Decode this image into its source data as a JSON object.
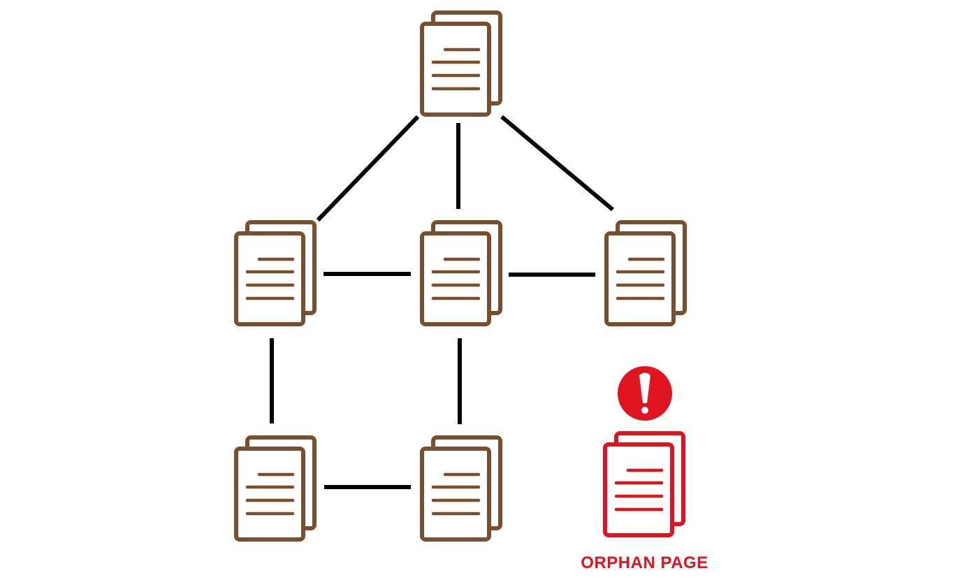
{
  "colors": {
    "page": "#7a4f2d",
    "orphan": "#e0141e",
    "link": "#000000",
    "background": "#ffffff"
  },
  "nodes": [
    {
      "id": "root",
      "icon": "document-stack-icon"
    },
    {
      "id": "mid-left",
      "icon": "document-stack-icon"
    },
    {
      "id": "mid-center",
      "icon": "document-stack-icon"
    },
    {
      "id": "mid-right",
      "icon": "document-stack-icon"
    },
    {
      "id": "bottom-left",
      "icon": "document-stack-icon"
    },
    {
      "id": "bottom-center",
      "icon": "document-stack-icon"
    }
  ],
  "links": [
    [
      "root",
      "mid-left"
    ],
    [
      "root",
      "mid-center"
    ],
    [
      "root",
      "mid-right"
    ],
    [
      "mid-left",
      "mid-center"
    ],
    [
      "mid-center",
      "mid-right"
    ],
    [
      "mid-left",
      "bottom-left"
    ],
    [
      "mid-center",
      "bottom-center"
    ],
    [
      "bottom-left",
      "bottom-center"
    ]
  ],
  "orphan": {
    "icon": "document-stack-icon",
    "alert_icon": "exclamation-icon",
    "label": "ORPHAN PAGE"
  }
}
